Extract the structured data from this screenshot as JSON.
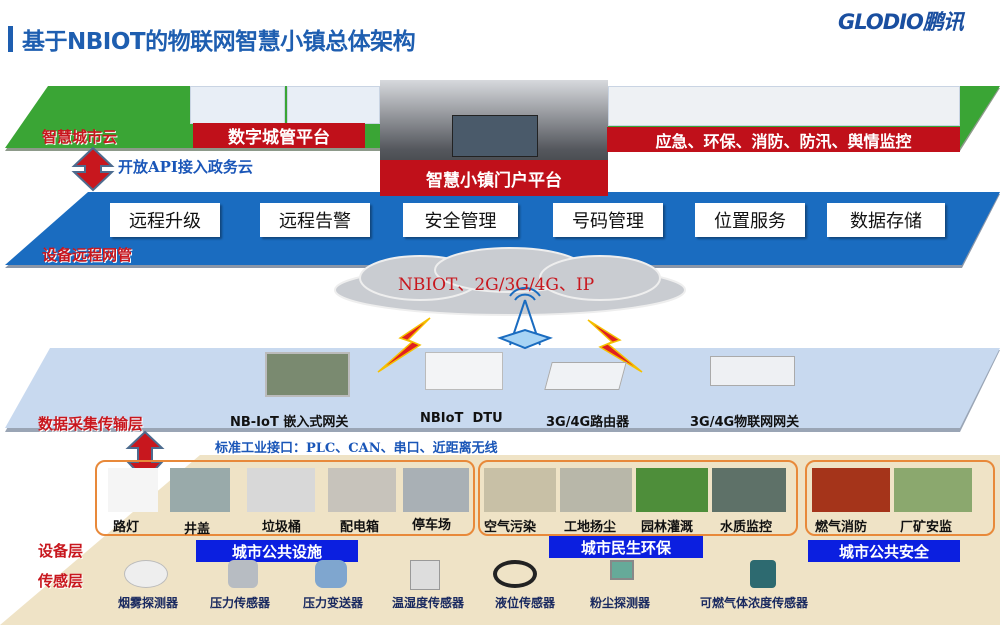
{
  "header": {
    "title": "基于NBIOT的物联网智慧小镇总体架构",
    "logo_text": "GLODIO鹏讯"
  },
  "cloud_layer": {
    "label": "智慧城市云",
    "platform_left": "数字城管平台",
    "platform_center": "智慧小镇门户平台",
    "platform_right": "应急、环保、消防、防汛、舆情监控",
    "api_label": "开放API接入政务云"
  },
  "management_layer": {
    "label": "设备远程网管",
    "services": [
      "远程升级",
      "远程告警",
      "安全管理",
      "号码管理",
      "位置服务",
      "数据存储"
    ]
  },
  "network": {
    "cloud_text": "NBIOT、2G/3G/4G、IP"
  },
  "transport_layer": {
    "label": "数据采集传输层",
    "devices": [
      "NB-IoT 嵌入式网关",
      "NBIoT  DTU",
      "3G/4G路由器",
      "3G/4G物联网网关"
    ],
    "interface_text": "标准工业接口：PLC、CAN、串口、近距离无线"
  },
  "device_layer": {
    "label": "设备层",
    "groups": [
      {
        "name": "城市公共设施",
        "items": [
          "路灯",
          "井盖",
          "垃圾桶",
          "配电箱",
          "停车场"
        ]
      },
      {
        "name": "城市民生环保",
        "items": [
          "空气污染",
          "工地扬尘",
          "园林灌溉",
          "水质监控"
        ]
      },
      {
        "name": "城市公共安全",
        "items": [
          "燃气消防",
          "厂矿安监"
        ]
      }
    ]
  },
  "sensor_layer": {
    "label": "传感层",
    "sensors": [
      "烟雾探测器",
      "压力传感器",
      "压力变送器",
      "温湿度传感器",
      "液位传感器",
      "粉尘探测器",
      "可燃气体浓度传感器"
    ]
  },
  "colors": {
    "green": "#3aa535",
    "blue": "#1a6cc0",
    "red": "#c0101a",
    "light_blue": "#c8d9ef",
    "tan": "#efe3c6",
    "orange": "#e8893a",
    "cat_blue": "#0b1fe0"
  }
}
